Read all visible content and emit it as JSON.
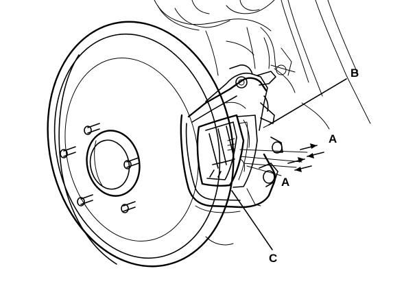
{
  "labels": {
    "b": "B",
    "a_upper": "A",
    "a_lower": "A",
    "c": "C"
  },
  "colors": {
    "line": "#000000",
    "background": "#ffffff"
  }
}
